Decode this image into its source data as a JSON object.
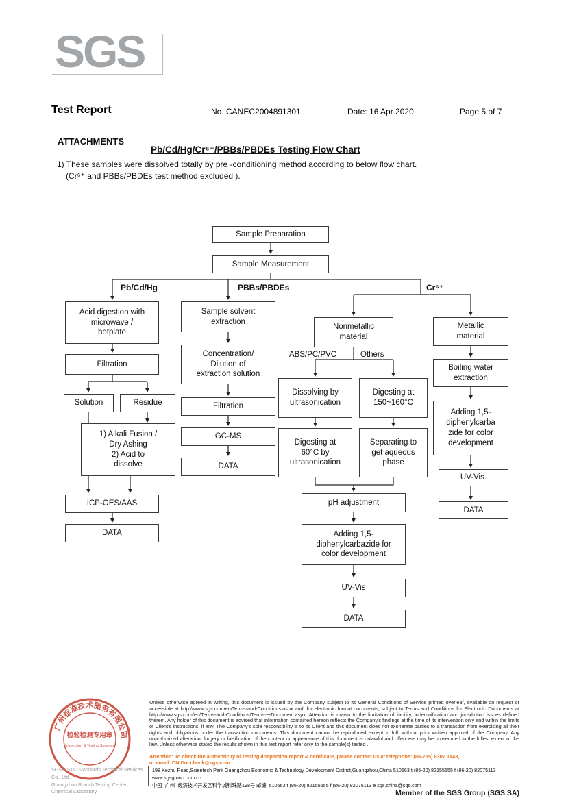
{
  "header": {
    "logo": "SGS",
    "report_title": "Test Report",
    "report_no": "No. CANEC2004891301",
    "date": "Date: 16 Apr 2020",
    "page": "Page 5 of 7"
  },
  "attachments": {
    "heading": "ATTACHMENTS",
    "chart_title": "Pb/Cd/Hg/Cr⁶⁺/PBBs/PBDEs Testing Flow Chart",
    "note_line1": "1) These samples were dissolved totally by pre -conditioning method according to below flow chart.",
    "note_line2": "(Cr⁶⁺ and PBBs/PBDEs  test method excluded )."
  },
  "flowchart": {
    "branch_labels": {
      "left": "Pb/Cd/Hg",
      "middle": "PBBs/PBDEs",
      "right": "Cr⁶⁺"
    },
    "path_labels": {
      "abs": "ABS/PC/PVC",
      "others": "Others"
    },
    "nodes": {
      "prep": "Sample Preparation",
      "measure": "Sample Measurement",
      "acid": "Acid digestion with\nmicrowave /\nhotplate",
      "filtration_left": "Filtration",
      "solution": "Solution",
      "residue": "Residue",
      "alkali": "1) Alkali Fusion /\nDry Ashing\n2) Acid to\ndissolve",
      "icp": "ICP-OES/AAS",
      "data_left": "DATA",
      "solvent": "Sample solvent\nextraction",
      "concentration": "Concentration/\nDilution of\nextraction solution",
      "filtration_mid": "Filtration",
      "gcms": "GC-MS",
      "data_mid": "DATA",
      "nonmetallic": "Nonmetallic\nmaterial",
      "metallic": "Metallic\nmaterial",
      "dissolving": "Dissolving by\nultrasonication",
      "digesting150": "Digesting at\n150~160°C",
      "digesting60": "Digesting at\n60°C by\nultrasonication",
      "separating": "Separating to\nget aqueous\nphase",
      "ph": "pH adjustment",
      "adding_mid": "Adding 1,5-\ndiphenylcarbazide for\ncolor development",
      "uvvis_mid": "UV-Vis",
      "data_mid2": "DATA",
      "boiling": "Boiling water\nextraction",
      "adding_right": "Adding 1,5-\ndiphenylcarba\nzide for color\ndevelopment",
      "uvvis_right": "UV-Vis.",
      "data_right": "DATA"
    }
  },
  "footer": {
    "disclaimer": "Unless otherwise agreed in writing, this document is issued by the Company subject to its General Conditions of Service printed overleaf, available on request or accessible at http://www.sgs.com/en/Terms-and-Conditions.aspx and, for electronic format documents, subject to Terms and Conditions for Electronic Documents at http://www.sgs.com/en/Terms-and-Conditions/Terms-e-Document.aspx. Attention is drawn to the limitation of liability, indemnification and jurisdiction issues defined therein. Any holder of this document is advised that information contained hereon reflects the Company's findings at the time of its intervention only and within the limits of Client's instructions, if any. The Company's sole responsibility is to its Client and this document does not exonerate parties to a transaction from exercising all their rights and obligations under the transaction documents. This document cannot be reproduced except in full, without prior written approval of the Company. Any unauthorized alteration, forgery or falsification of the content or appearance of this document is unlawful and offenders may be prosecuted to the fullest extent of the law. Unless otherwise stated the results shown in this test report refer only to the sample(s) tested .",
    "attention_line1": "Attention: To check the authenticity of testing /inspection report & certificate, please contact us at telephone: (86-755) 8307 1443,",
    "attention_line2": "or email: CN.Doccheck@sgs.com",
    "company_line1": "SGS-CSTC Standards Technical Services Co., Ltd.",
    "company_line2": "Guangzhou Branch Testing Center Chemical Laboratory",
    "address_en": "198 Kezhu Road,Scientech Park Guangzhou Economic & Technology Development District,Guangzhou,China 510663   t (86-20) 82155555   f (86-20) 82075113   www.sgsgroup.com.cn",
    "address_cn": "中国 ·广州 ·经济技术开发区科学城科珠路198号   邮编: 510663   t (86-20) 82155555   f (86-20) 82075113   e sgs.china@sgs.com",
    "member": "Member of the SGS Group (SGS SA)",
    "stamp": {
      "ring_text": "广州标准技术服务有限公司",
      "center_text": "检验检测专用章",
      "sub_text": "Inspection & Testing Services"
    }
  }
}
